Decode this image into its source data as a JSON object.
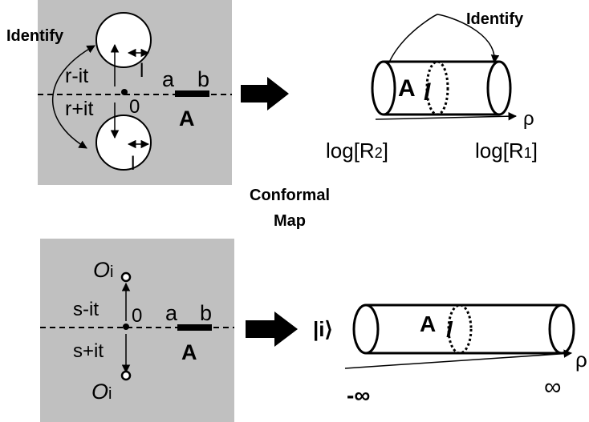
{
  "top_panel": {
    "identify_label": "Identify",
    "upper_label": "r-it",
    "lower_label": "r+it",
    "origin_label": "0",
    "l_upper": "l",
    "l_lower": "l",
    "a_label": "a",
    "b_label": "b",
    "A_label": "A"
  },
  "top_cylinder": {
    "identify_label": "Identify",
    "A_label": "A",
    "l_label": "l",
    "rho_label": "ρ",
    "left_label": "log[R",
    "left_sub": "2",
    "right_label": "log[R",
    "right_sub": "1",
    "close_bracket": "]"
  },
  "center_caption": {
    "line1": "Conformal",
    "line2": "Map"
  },
  "bottom_panel": {
    "top_op": "O",
    "top_op_sub": "i",
    "bottom_op": "O",
    "bottom_op_sub": "i",
    "upper_label": "s-it",
    "lower_label": "s+it",
    "origin_label": "0",
    "a_label": "a",
    "b_label": "b",
    "A_label": "A"
  },
  "bottom_cylinder": {
    "ket_label": "|i⟩",
    "A_label": "A",
    "l_label": "l",
    "rho_label": "ρ",
    "minus_inf": "-∞",
    "plus_inf": "∞"
  },
  "colors": {
    "panel_gray": "#c0c0c0",
    "ink": "#000000",
    "circle_fill": "#ffffff"
  }
}
